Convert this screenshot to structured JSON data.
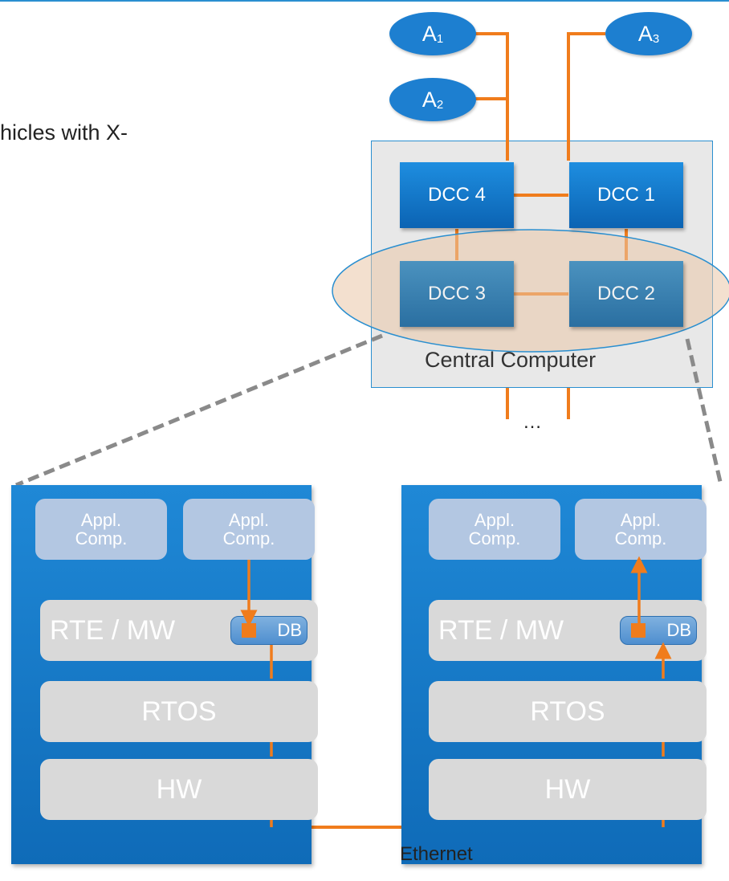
{
  "side_text": "hicles with X-",
  "actors": [
    {
      "name": "A",
      "sub": "1"
    },
    {
      "name": "A",
      "sub": "2"
    },
    {
      "name": "A",
      "sub": "3"
    }
  ],
  "central_computer": {
    "label": "Central Computer",
    "dcc": [
      "DCC 4",
      "DCC 1",
      "DCC 3",
      "DCC 2"
    ],
    "continuation": "…"
  },
  "ecus": [
    {
      "appl": [
        "Appl.\nComp.",
        "Appl.\nComp."
      ],
      "rte": "RTE / MW",
      "db": "DB",
      "rtos": "RTOS",
      "hw": "HW"
    },
    {
      "appl": [
        "Appl.\nComp.",
        "Appl.\nComp."
      ],
      "rte": "RTE / MW",
      "db": "DB",
      "rtos": "RTOS",
      "hw": "HW"
    }
  ],
  "bus_label": "Ethernet",
  "colors": {
    "accent_blue": "#1d7fd0",
    "wire_orange": "#f07c1c",
    "highlight_fill": "#e9c7a8"
  }
}
